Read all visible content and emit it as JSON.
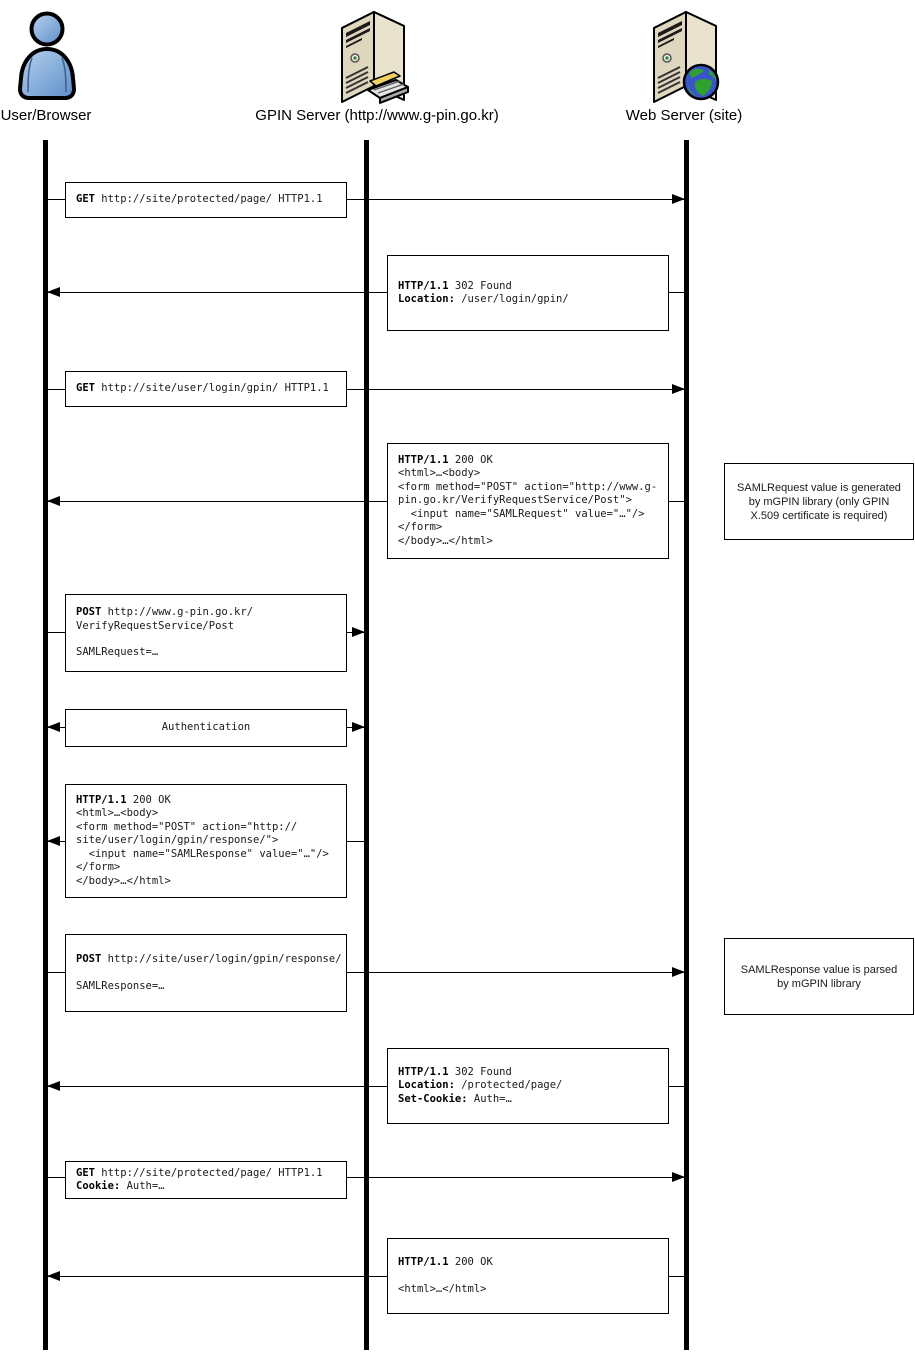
{
  "actors": [
    {
      "id": "user",
      "label": "User/Browser",
      "icon": "person-icon"
    },
    {
      "id": "gpin",
      "label": "GPIN Server (http://www.g-pin.go.kr)",
      "icon": "server-keyboard-icon"
    },
    {
      "id": "web",
      "label": "Web Server (site)",
      "icon": "server-globe-icon"
    }
  ],
  "colors": {
    "lifeline": "#000000",
    "box_border": "#000000",
    "person_fill": "#7aa7dc",
    "server_front": "#ded6bd",
    "server_side": "#cfc7ac",
    "server_top": "#f4eedd",
    "globe_ocean": "#3a55cc",
    "globe_land": "#2fa12f",
    "pencil": "#f0d060"
  },
  "messages": [
    {
      "name": "get-protected-page",
      "from": "user",
      "to": "web",
      "dir": "right",
      "lines": [
        [
          {
            "b": "GET"
          },
          {
            "t": " http://site/protected/page/ HTTP1.1"
          }
        ]
      ]
    },
    {
      "name": "redirect-to-gpin-login",
      "from": "web",
      "to": "user",
      "dir": "left",
      "lines": [
        [
          {
            "b": "HTTP/1.1"
          },
          {
            "t": " 302 Found"
          }
        ],
        [
          {
            "b": "Location:"
          },
          {
            "t": " /user/login/gpin/"
          }
        ]
      ]
    },
    {
      "name": "get-gpin-login-page",
      "from": "user",
      "to": "web",
      "dir": "right",
      "lines": [
        [
          {
            "b": "GET"
          },
          {
            "t": " http://site/user/login/gpin/ HTTP1.1"
          }
        ]
      ]
    },
    {
      "name": "samlrequest-form-response",
      "from": "web",
      "to": "user",
      "dir": "left",
      "lines": [
        [
          {
            "b": "HTTP/1.1"
          },
          {
            "t": " 200 OK"
          }
        ],
        [
          {
            "t": "<html>…<body>"
          }
        ],
        [
          {
            "t": "<form method=\"POST\" action=\"http://www.g-"
          }
        ],
        [
          {
            "t": "pin.go.kr/VerifyRequestService/Post\">"
          }
        ],
        [
          {
            "t": "  <input name=\"SAMLRequest\" value=\"…\"/>"
          }
        ],
        [
          {
            "t": "</form>"
          }
        ],
        [
          {
            "t": "</body>…</html>"
          }
        ]
      ]
    },
    {
      "name": "post-samlrequest",
      "from": "user",
      "to": "gpin",
      "dir": "right",
      "lines": [
        [
          {
            "b": "POST"
          },
          {
            "t": " http://www.g-pin.go.kr/"
          }
        ],
        [
          {
            "t": "VerifyRequestService/Post"
          }
        ],
        [
          {
            "t": ""
          }
        ],
        [
          {
            "t": "SAMLRequest=…"
          }
        ]
      ]
    },
    {
      "name": "authentication",
      "from": "user",
      "to": "gpin",
      "dir": "both",
      "align": "center",
      "lines": [
        [
          {
            "t": "Authentication"
          }
        ]
      ]
    },
    {
      "name": "samlresponse-form-response",
      "from": "gpin",
      "to": "user",
      "dir": "left",
      "lines": [
        [
          {
            "b": "HTTP/1.1"
          },
          {
            "t": " 200 OK"
          }
        ],
        [
          {
            "t": "<html>…<body>"
          }
        ],
        [
          {
            "t": "<form method=\"POST\" action=\"http://"
          }
        ],
        [
          {
            "t": "site/user/login/gpin/response/\">"
          }
        ],
        [
          {
            "t": "  <input name=\"SAMLResponse\" value=\"…\"/>"
          }
        ],
        [
          {
            "t": "</form>"
          }
        ],
        [
          {
            "t": "</body>…</html>"
          }
        ]
      ]
    },
    {
      "name": "post-samlresponse",
      "from": "user",
      "to": "web",
      "dir": "right",
      "lines": [
        [
          {
            "b": "POST"
          },
          {
            "t": " http://site/user/login/gpin/response/"
          }
        ],
        [
          {
            "t": ""
          }
        ],
        [
          {
            "t": "SAMLResponse=…"
          }
        ]
      ]
    },
    {
      "name": "redirect-with-cookie",
      "from": "web",
      "to": "user",
      "dir": "left",
      "lines": [
        [
          {
            "b": "HTTP/1.1"
          },
          {
            "t": " 302 Found"
          }
        ],
        [
          {
            "b": "Location:"
          },
          {
            "t": " /protected/page/"
          }
        ],
        [
          {
            "b": "Set-Cookie:"
          },
          {
            "t": " Auth=…"
          }
        ]
      ]
    },
    {
      "name": "get-protected-with-cookie",
      "from": "user",
      "to": "web",
      "dir": "right",
      "lines": [
        [
          {
            "b": "GET"
          },
          {
            "t": " http://site/protected/page/ HTTP1.1"
          }
        ],
        [
          {
            "b": "Cookie:"
          },
          {
            "t": " Auth=…"
          }
        ]
      ]
    },
    {
      "name": "final-200-ok",
      "from": "web",
      "to": "user",
      "dir": "left",
      "lines": [
        [
          {
            "b": "HTTP/1.1"
          },
          {
            "t": " 200 OK"
          }
        ],
        [
          {
            "t": ""
          }
        ],
        [
          {
            "t": "<html>…</html>"
          }
        ]
      ]
    }
  ],
  "notes": [
    {
      "name": "note-samlrequest",
      "text": "SAMLRequest value is generated by mGPIN library (only GPIN X.509 certificate is required)"
    },
    {
      "name": "note-samlresponse",
      "text": "SAMLResponse value is parsed by mGPIN library"
    }
  ]
}
